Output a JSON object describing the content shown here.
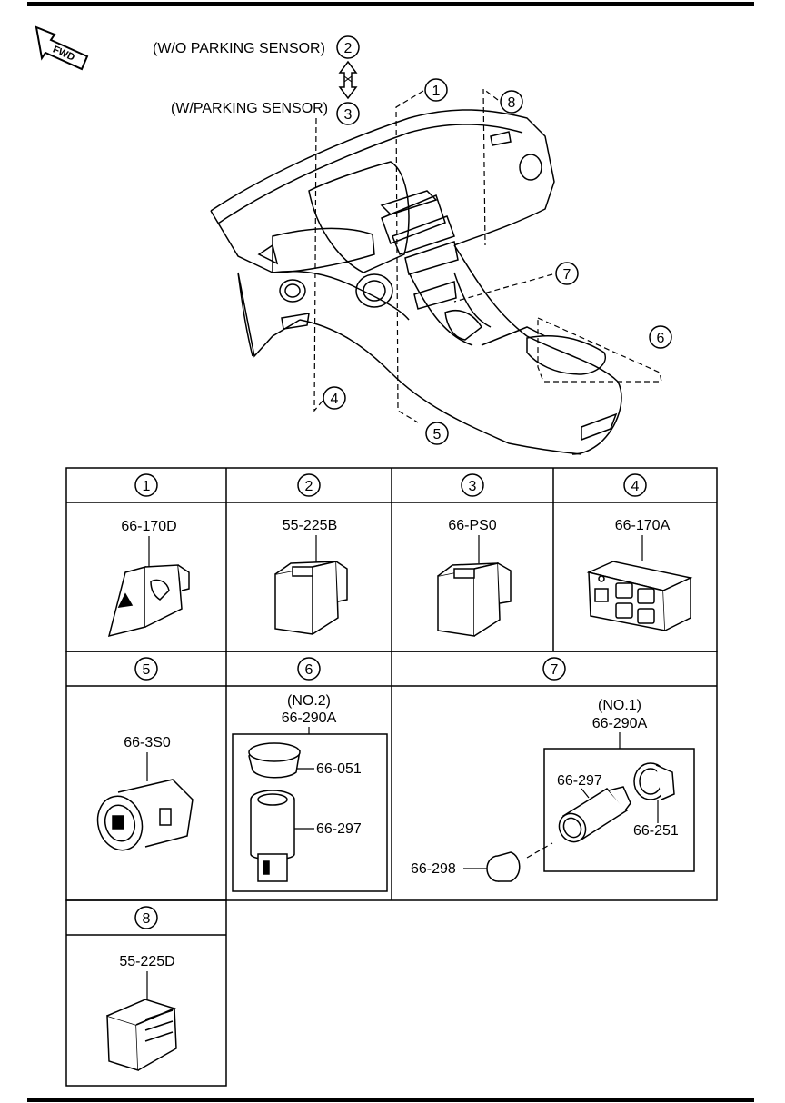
{
  "header": {
    "fwd_label": "FWD",
    "wo_sensor_label": "(W/O PARKING SENSOR)",
    "w_sensor_label": "(W/PARKING SENSOR)",
    "wo_sensor_ref": "2",
    "w_sensor_ref": "3"
  },
  "callouts": [
    "1",
    "2",
    "3",
    "4",
    "5",
    "6",
    "7",
    "8"
  ],
  "table": {
    "cells": [
      {
        "ref": "1",
        "part": "66-170D"
      },
      {
        "ref": "2",
        "part": "55-225B"
      },
      {
        "ref": "3",
        "part": "66-PS0"
      },
      {
        "ref": "4",
        "part": "66-170A"
      },
      {
        "ref": "5",
        "part": "66-3S0"
      },
      {
        "ref": "6",
        "group": "(NO.2)",
        "part": "66-290A",
        "sub": [
          "66-051",
          "66-297"
        ]
      },
      {
        "ref": "7",
        "group": "(NO.1)",
        "part": "66-290A",
        "sub": [
          "66-297",
          "66-251",
          "66-298"
        ]
      },
      {
        "ref": "8",
        "part": "55-225D"
      }
    ]
  }
}
